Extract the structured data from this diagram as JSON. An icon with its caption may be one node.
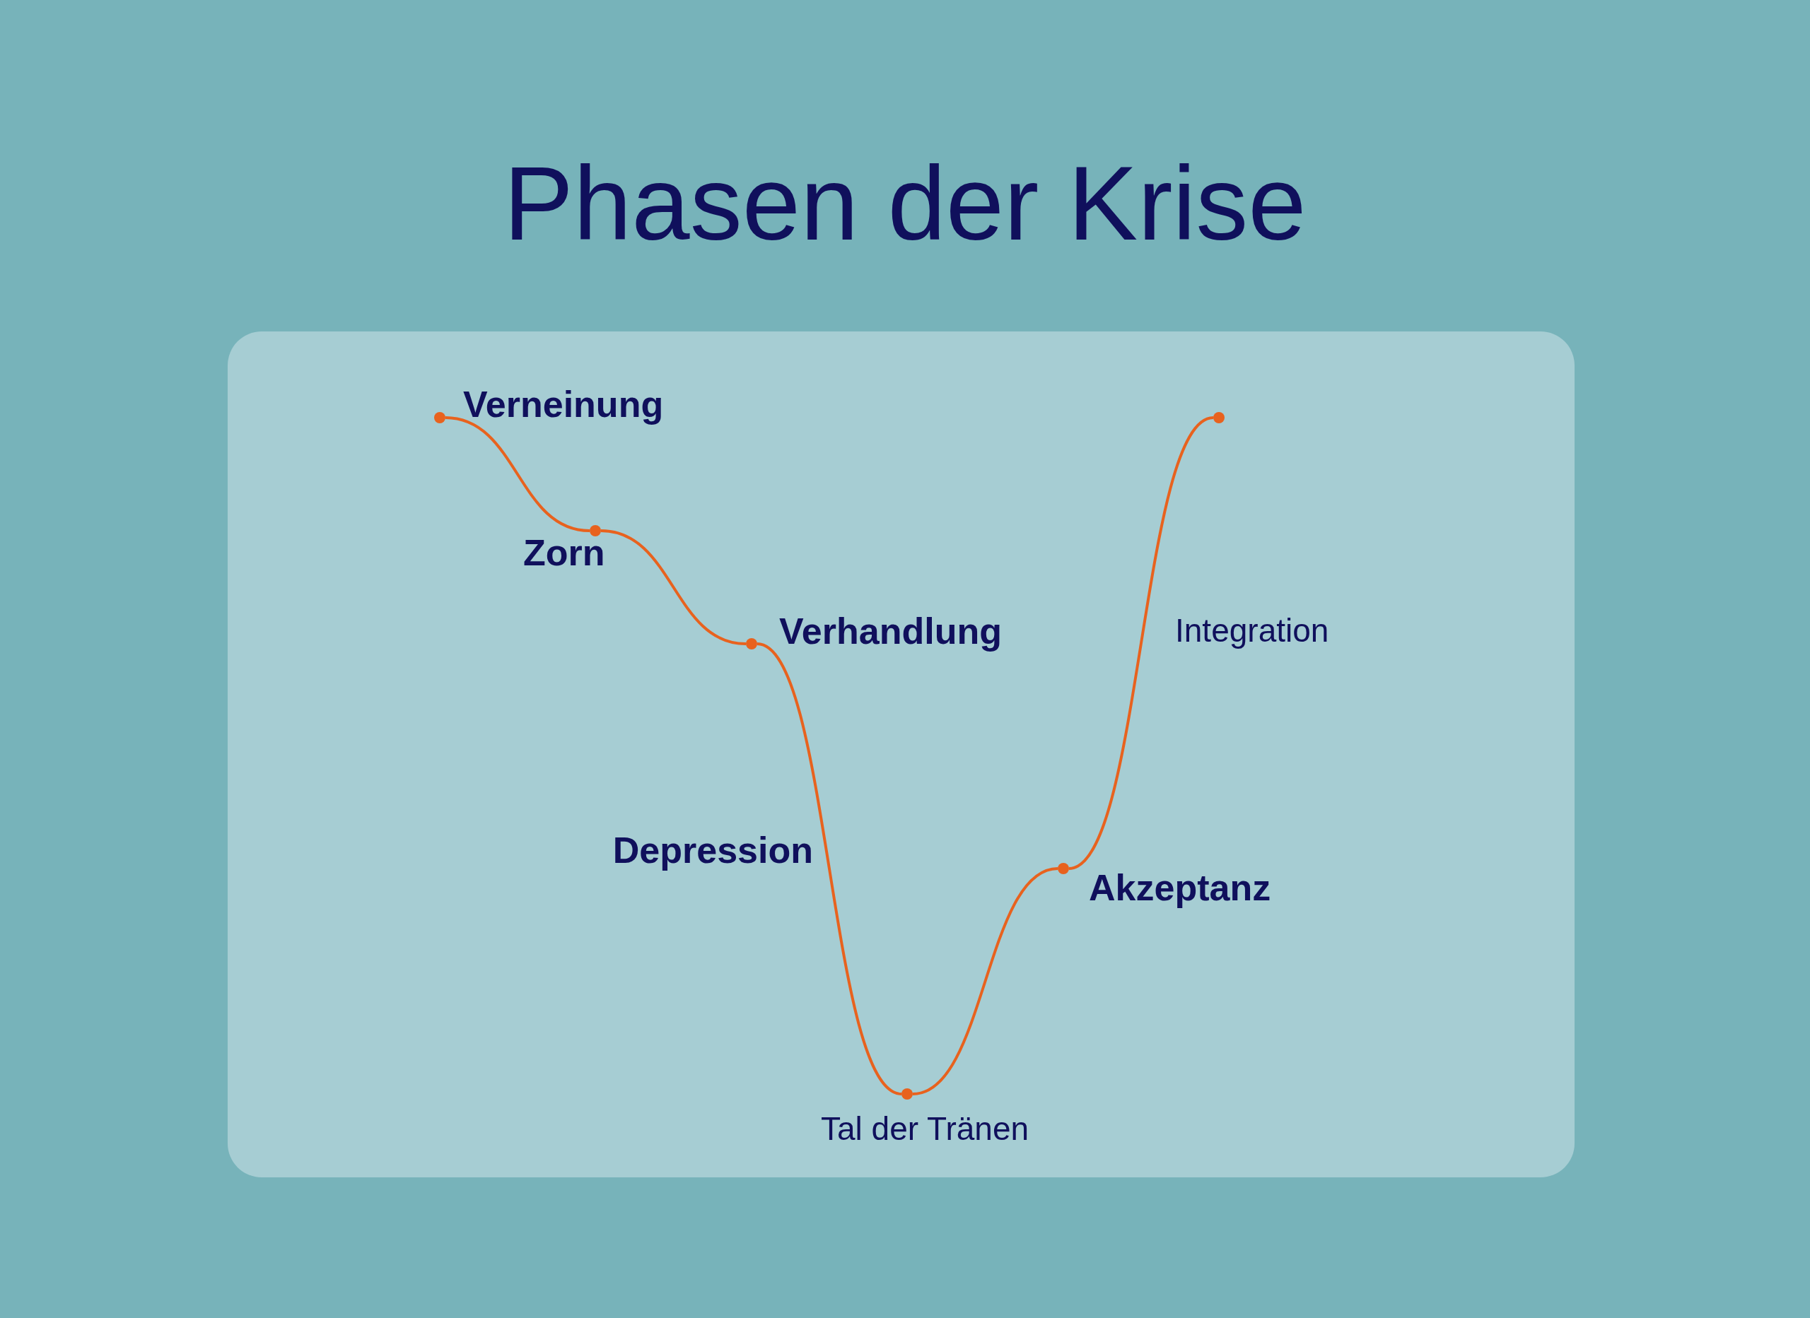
{
  "diagram": {
    "title": "Phasen der Krise",
    "nodes": [
      {
        "text": [],
        "shape": "circle",
        "beside": [
          "Verneinung"
        ]
      },
      {
        "text": [],
        "shape": "circle",
        "beside": [
          "Zorn"
        ]
      },
      {
        "text": [],
        "shape": "circle",
        "beside": [
          "Verhandlung"
        ]
      },
      {
        "text": [],
        "shape": "circle",
        "beside": [
          "Tal der Tränen"
        ]
      },
      {
        "text": [],
        "shape": "circle",
        "beside": [
          "Akzeptanz"
        ]
      },
      {
        "text": [],
        "shape": "circle"
      }
    ],
    "edges": [
      {
        "from": 0,
        "to": 1,
        "arrow": "none"
      },
      {
        "from": 1,
        "to": 2,
        "arrow": "none"
      },
      {
        "from": 2,
        "to": 3,
        "arrow": "none",
        "label": "Depression"
      },
      {
        "from": 3,
        "to": 4,
        "arrow": "none"
      },
      {
        "from": 4,
        "to": 5,
        "arrow": "none",
        "label": "Integration"
      }
    ]
  }
}
